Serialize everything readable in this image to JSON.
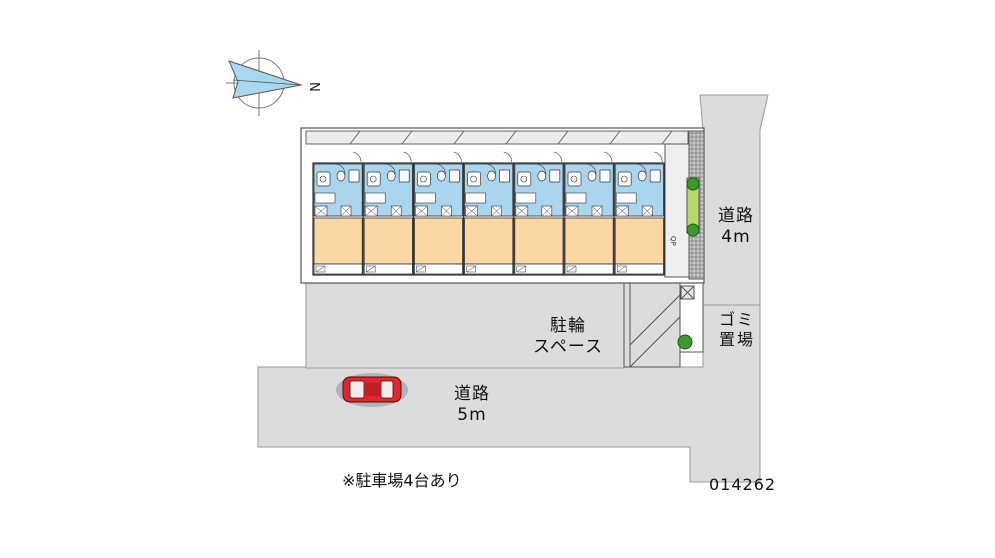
{
  "compass": {
    "north_letter": "N",
    "icon": "compass-north-arrow"
  },
  "roads": {
    "east": {
      "name": "道路",
      "width": "4m"
    },
    "south": {
      "name": "道路",
      "width": "5m"
    }
  },
  "bicycle_space": {
    "line1": "駐輪",
    "line2": "スペース"
  },
  "garbage_area": {
    "line1": "ゴミ",
    "line2": "置場"
  },
  "building": {
    "unit_count": 7,
    "meter_label": "QP"
  },
  "note": "※駐車場4台あり",
  "property_code": "014262",
  "colors": {
    "road": "#dcdcdc",
    "wet_area": "#a9d5ee",
    "room_floor": "#fbd7a4",
    "car": "#e0282c",
    "greenery": "#3a9a2a",
    "hedge": "#b8d86a",
    "compass": "#a8d8f0"
  }
}
